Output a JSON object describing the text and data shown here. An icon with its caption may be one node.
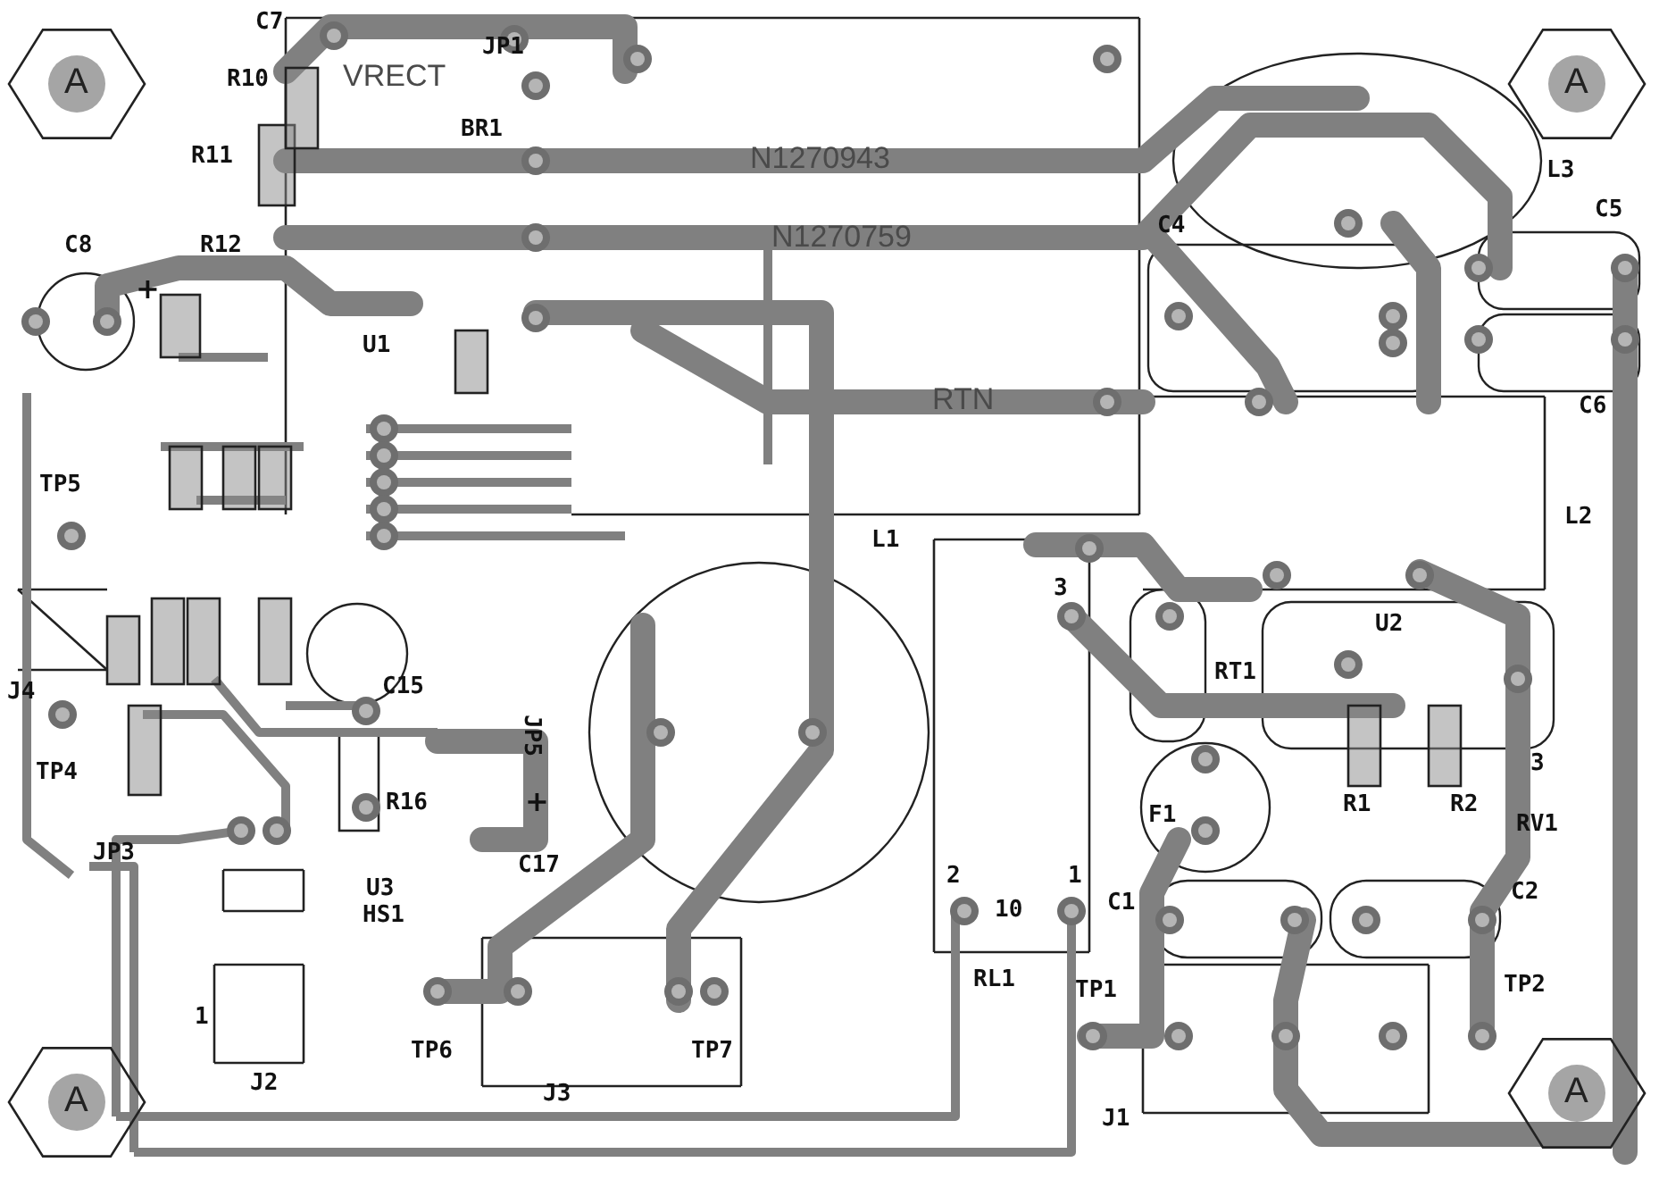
{
  "diagram": {
    "labels": [
      "C7",
      "JP1",
      "VRECT",
      "A",
      "A",
      "R10",
      "BR1",
      "R11",
      "N1270943",
      "L3",
      "C5",
      "C4",
      "R12",
      "N1270759",
      "C8",
      "+",
      "U1",
      "RTN",
      "C6",
      "TP5",
      "L2",
      "L1",
      "3",
      "U2",
      "RT1",
      "C15",
      "JP5",
      "3",
      "J4",
      "TP4",
      "R16",
      "R1",
      "R2",
      "F1",
      "+",
      "RV1",
      "JP3",
      "C17",
      "U3",
      "2",
      "1",
      "C2",
      "C1",
      "10",
      "HS1",
      "RL1",
      "TP1",
      "TP2",
      "1",
      "TP6",
      "TP7",
      "J2",
      "J3",
      "A",
      "A",
      "J1"
    ]
  }
}
